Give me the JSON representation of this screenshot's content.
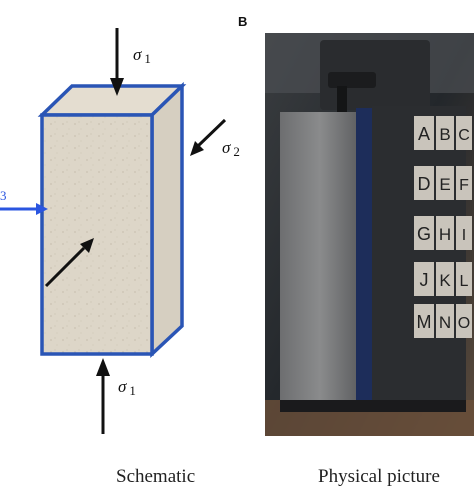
{
  "left_panel": {
    "sigma_top": {
      "symbol": "σ",
      "sub": "1"
    },
    "sigma_right": {
      "symbol": "σ",
      "sub": "2"
    },
    "sigma_left_sub": "3",
    "sigma_bottom": {
      "symbol": "σ",
      "sub": "1"
    },
    "caption": "Schematic"
  },
  "right_panel": {
    "label": "B",
    "letters": [
      "A",
      "B",
      "C",
      "D",
      "E",
      "F",
      "G",
      "H",
      "I",
      "J",
      "K",
      "L",
      "M",
      "N",
      "O"
    ],
    "caption": "Physical picture"
  },
  "colors": {
    "block_edge": "#2a55b5",
    "block_fill": "#ddd6c8",
    "arrow": "#111111",
    "blue_arrow": "#2a55e0"
  }
}
